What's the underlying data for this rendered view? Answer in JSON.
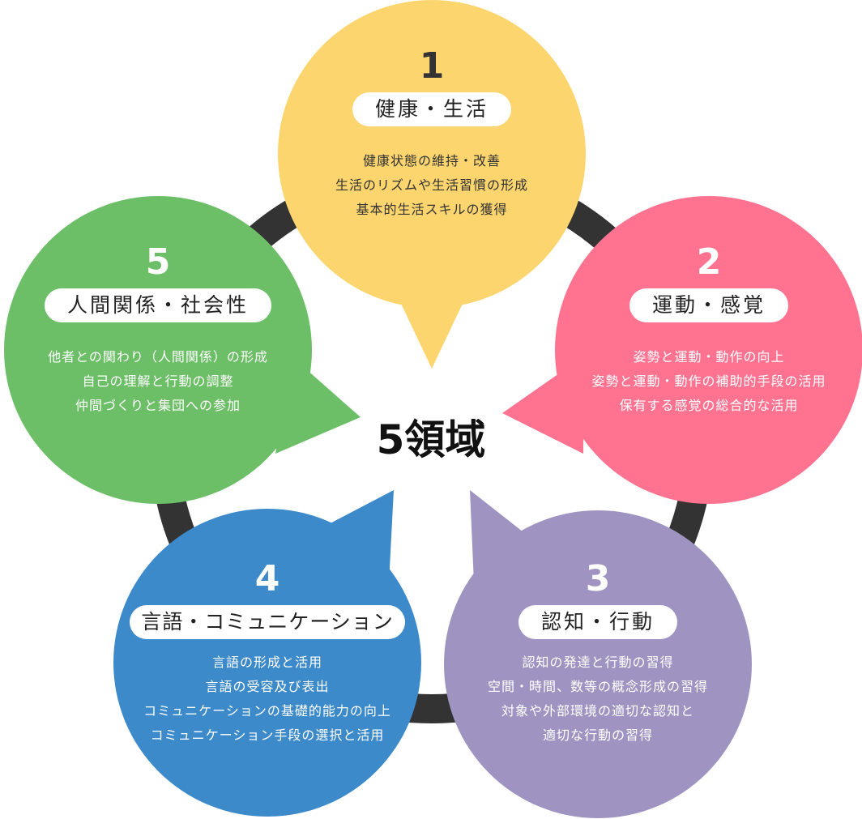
{
  "center_title": "5領域",
  "domains": [
    {
      "number": "1",
      "title": "健康・生活",
      "color": "#FDD56E",
      "lines": [
        "健康状態の維持・改善",
        "生活のリズムや生活習慣の形成",
        "基本的生活スキルの獲得"
      ]
    },
    {
      "number": "2",
      "title": "運動・感覚",
      "color": "#FF7391",
      "lines": [
        "姿勢と運動・動作の向上",
        "姿勢と運動・動作の補助的手段の活用",
        "保有する感覚の総合的な活用"
      ]
    },
    {
      "number": "3",
      "title": "認知・行動",
      "color": "#9F94C1",
      "lines": [
        "認知の発達と行動の習得",
        "空間・時間、数等の概念形成の習得",
        "対象や外部環境の適切な認知と",
        "適切な行動の習得"
      ]
    },
    {
      "number": "4",
      "title": "言語・コミュニケーション",
      "color": "#3D8ACB",
      "lines": [
        "言語の形成と活用",
        "言語の受容及び表出",
        "コミュニケーションの基礎的能力の向上",
        "コミュニケーション手段の選択と活用"
      ]
    },
    {
      "number": "5",
      "title": "人間関係・社会性",
      "color": "#6CBF67",
      "lines": [
        "他者との関わり（人間関係）の形成",
        "自己の理解と行動の調整",
        "仲間づくりと集団への参加"
      ]
    }
  ],
  "ring_color": "#333333"
}
